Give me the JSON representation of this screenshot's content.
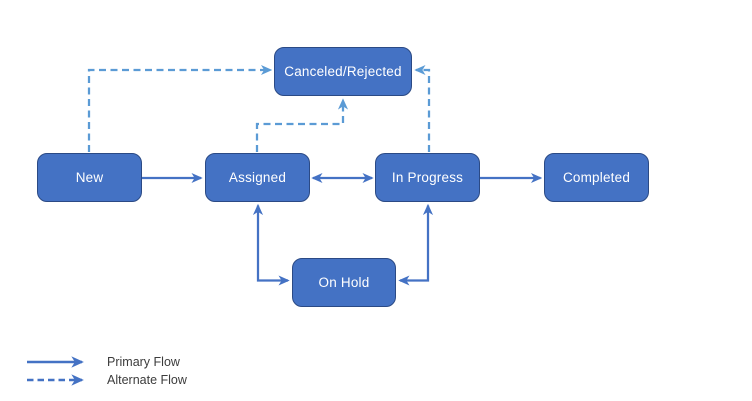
{
  "diagram": {
    "type": "flowchart",
    "nodes": [
      {
        "id": "new",
        "label": "New"
      },
      {
        "id": "assigned",
        "label": "Assigned"
      },
      {
        "id": "in_progress",
        "label": "In Progress"
      },
      {
        "id": "completed",
        "label": "Completed"
      },
      {
        "id": "canceled_rejected",
        "label": "Canceled/Rejected"
      },
      {
        "id": "on_hold",
        "label": "On Hold"
      }
    ],
    "edges": [
      {
        "from": "new",
        "to": "assigned",
        "flow": "primary",
        "bidirectional": false
      },
      {
        "from": "assigned",
        "to": "in_progress",
        "flow": "primary",
        "bidirectional": true
      },
      {
        "from": "in_progress",
        "to": "completed",
        "flow": "primary",
        "bidirectional": false
      },
      {
        "from": "assigned",
        "to": "on_hold",
        "flow": "primary",
        "bidirectional": true
      },
      {
        "from": "in_progress",
        "to": "on_hold",
        "flow": "primary",
        "bidirectional": true
      },
      {
        "from": "new",
        "to": "canceled_rejected",
        "flow": "alternate",
        "bidirectional": false
      },
      {
        "from": "assigned",
        "to": "canceled_rejected",
        "flow": "alternate",
        "bidirectional": false
      },
      {
        "from": "in_progress",
        "to": "canceled_rejected",
        "flow": "alternate",
        "bidirectional": false
      }
    ],
    "colors": {
      "node_fill": "#4472C4",
      "node_border": "#2B4A85",
      "node_text": "#FFFFFF",
      "primary_flow": "#4472C4",
      "alternate_flow": "#5B9BD5",
      "legend_text": "#3C3C3C",
      "background": "#FFFFFF"
    }
  },
  "legend": {
    "items": [
      {
        "label": "Primary Flow",
        "style": "solid"
      },
      {
        "label": "Alternate Flow",
        "style": "dashed"
      }
    ]
  }
}
